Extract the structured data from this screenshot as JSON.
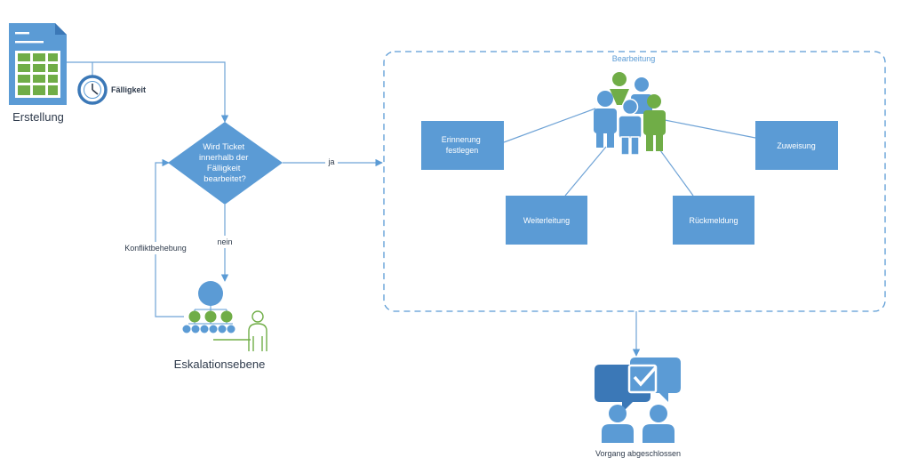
{
  "colors": {
    "blue": "#5B9BD5",
    "blue_dark": "#3B78B7",
    "green": "#70AD47",
    "line": "#6FA3D6",
    "text_dark": "#2F3B4C",
    "white": "#ffffff"
  },
  "creation": {
    "label": "Erstellung",
    "icon": "spreadsheet-document-icon"
  },
  "due": {
    "label": "Fälligkeit",
    "icon": "clock-icon"
  },
  "decision": {
    "lines": [
      "Wird Ticket",
      "innerhalb der",
      "Fälligkeit",
      "bearbeitet?"
    ],
    "yes_label": "ja",
    "no_label": "nein"
  },
  "conflict_label": "Konfliktbehebung",
  "escalation": {
    "label": "Eskalationsebene",
    "icon": "org-chart-icon"
  },
  "processing": {
    "title": "Bearbeitung",
    "icon": "team-people-icon",
    "boxes": {
      "reminder": [
        "Erinnerung",
        "festlegen"
      ],
      "assignment": "Zuweisung",
      "forwarding": "Weiterleitung",
      "feedback": "Rückmeldung"
    }
  },
  "completed": {
    "label": "Vorgang abgeschlossen",
    "icon": "chat-checkmark-people-icon"
  }
}
